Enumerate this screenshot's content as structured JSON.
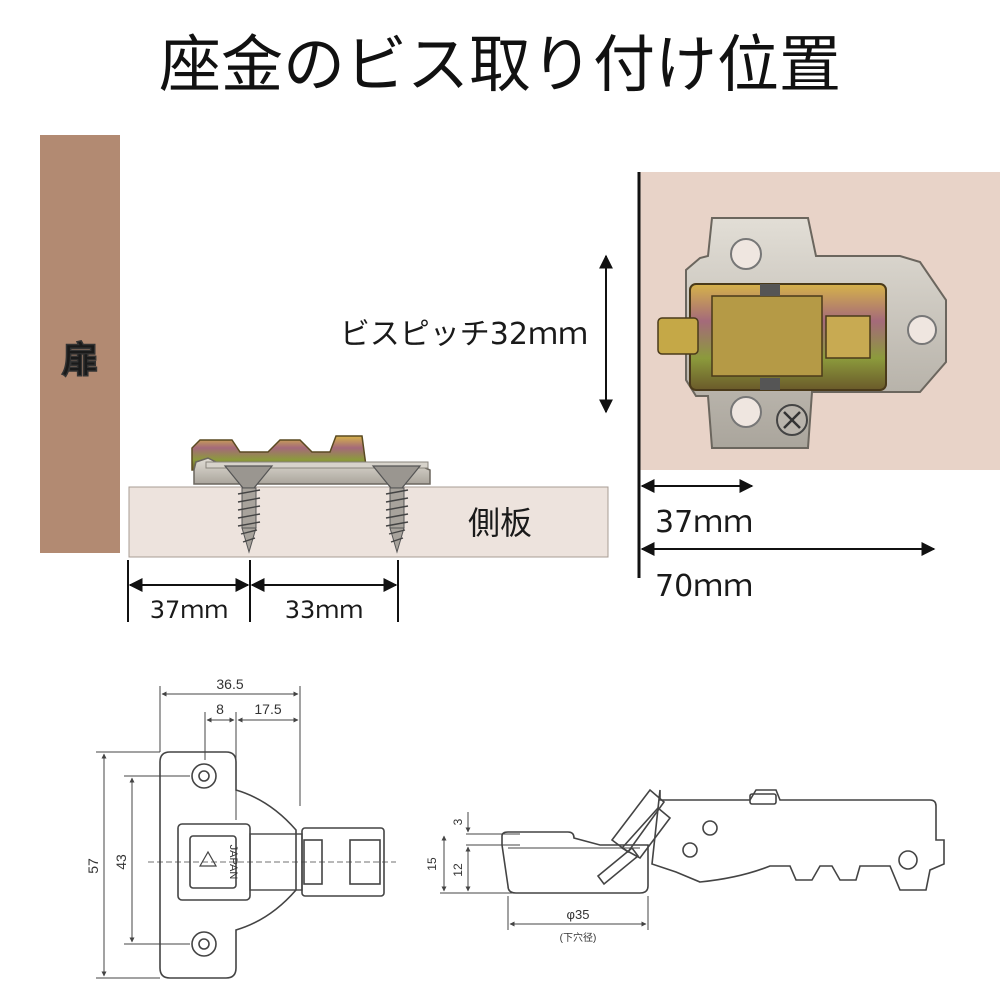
{
  "title": "座金のビス取り付け位置",
  "side_view": {
    "door_label": "扉",
    "side_panel_label": "側板",
    "dim_left": "37ｍｍ",
    "dim_right": "33ｍｍ"
  },
  "top_view": {
    "screw_pitch_label": "ビスピッチ32ｍｍ",
    "dim_short": "37ｍｍ",
    "dim_long": "70ｍｍ"
  },
  "tech_drawing": {
    "dim_top_total": "36.5",
    "dim_top_a": "8",
    "dim_top_b": "17.5",
    "dim_left_outer": "57",
    "dim_left_inner": "43",
    "stamp_text": "JAPAN",
    "side_dim_3": "3",
    "side_dim_15": "15",
    "side_dim_12": "12",
    "cup_diameter": "φ35",
    "cup_note": "(下穴径)"
  },
  "colors": {
    "door": "#b28a72",
    "panel": "#ede3dd",
    "cabinet_bg": "#e8d3c8",
    "metal": "#c9c4bb",
    "brass": "#b39a3c"
  }
}
